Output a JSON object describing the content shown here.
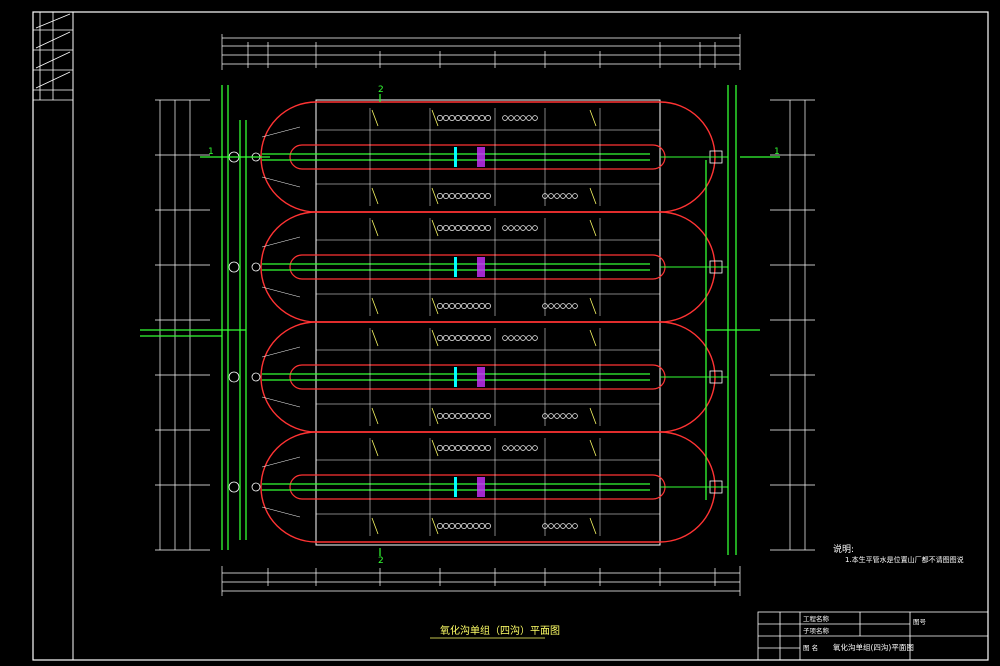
{
  "drawing": {
    "title": "氧化沟单组（四沟）平面图",
    "grid_label_1": "1",
    "grid_label_2": "2",
    "notes_title": "说明:",
    "notes_item": "1.本生平管水是位置山厂都不请图图说",
    "tank_count": 4
  },
  "title_block": {
    "project": "工程名称",
    "sub_item": "子项名称",
    "drawing_name": "氧化沟单组(四沟)平面图",
    "drawing_no_label": "图号",
    "map_label": "图 名"
  },
  "colors": {
    "background": "#000000",
    "frame": "#ffffff",
    "walls": "#ff3333",
    "pipes": "#33ff33",
    "dimensions": "#ffffff",
    "annotations": "#ffff66",
    "accent_cyan": "#00ffff",
    "accent_magenta": "#cc33ff"
  }
}
